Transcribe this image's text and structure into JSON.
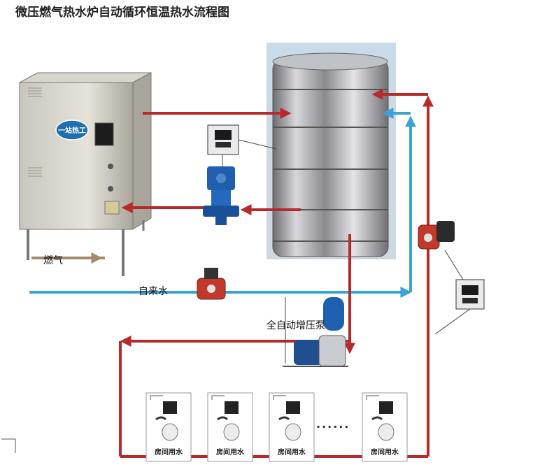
{
  "title": "微压燃气热水炉自动循环恒温热水流程图",
  "labels": {
    "gas": "燃气",
    "tap_water": "自来水",
    "booster_pump": "全自动增压泵"
  },
  "boiler": {
    "brand_label": "一站热工"
  },
  "rooms": [
    {
      "label": "房间用水"
    },
    {
      "label": "房间用水"
    },
    {
      "label": "房间用水"
    },
    {
      "label": "房间用水"
    }
  ],
  "ellipsis": "......",
  "colors": {
    "hot_pipe": "#b82a2a",
    "cold_pipe": "#3aa3d6",
    "gas_pipe": "#a48a6a",
    "pump_blue": "#1f5fb0"
  },
  "icons": [
    "boiler",
    "storage-tank",
    "circulation-pump",
    "controller-box",
    "solenoid-valve",
    "pressure-tank",
    "booster-pump",
    "room-unit",
    "arrow"
  ]
}
